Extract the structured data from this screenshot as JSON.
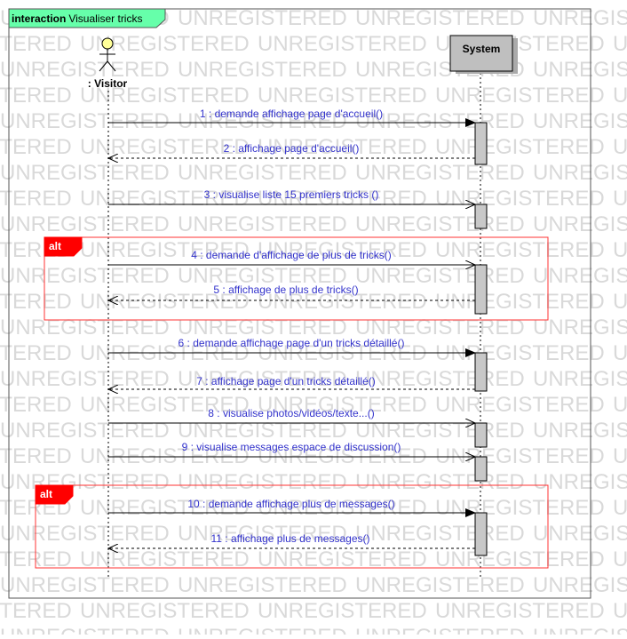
{
  "frame": {
    "keyword": "interaction",
    "name": "Visualiser tricks",
    "tab_color": "#66ffaa"
  },
  "watermark": {
    "text": "UNREGISTERED",
    "color": "#d9d9d9"
  },
  "lifelines": {
    "visitor": {
      "label": ": Visitor",
      "kind": "actor",
      "head_color": "#ffff99"
    },
    "system": {
      "label": "System",
      "kind": "object",
      "fill_color": "#bfbfbf"
    }
  },
  "messages": [
    {
      "label": "1 : demande affichage page d'accueil()",
      "type": "sync"
    },
    {
      "label": "2 : affichage page d'accueil()",
      "type": "reply"
    },
    {
      "label": "3 : visualise liste 15 premiers tricks ()",
      "type": "async"
    },
    {
      "label": "4 : demande d'affichage de plus de tricks()",
      "type": "async"
    },
    {
      "label": "5 : affichage de plus de tricks()",
      "type": "reply"
    },
    {
      "label": "6 : demande affichage page d'un tricks détaillé()",
      "type": "sync"
    },
    {
      "label": "7 : affichage page d'un tricks détaillé()",
      "type": "reply"
    },
    {
      "label": "8 : visualise photos/vidéos/texte...()",
      "type": "async"
    },
    {
      "label": "9 : visualise messages espace de discussion()",
      "type": "async"
    },
    {
      "label": "10 : demande affichage plus de messages()",
      "type": "sync"
    },
    {
      "label": "11 : affichage plus de messages()",
      "type": "reply"
    }
  ],
  "fragments": [
    {
      "operator": "alt",
      "color": "#ff0000"
    },
    {
      "operator": "alt",
      "color": "#ff0000"
    }
  ],
  "colors": {
    "message_text": "#3333cc",
    "line": "#000000"
  }
}
